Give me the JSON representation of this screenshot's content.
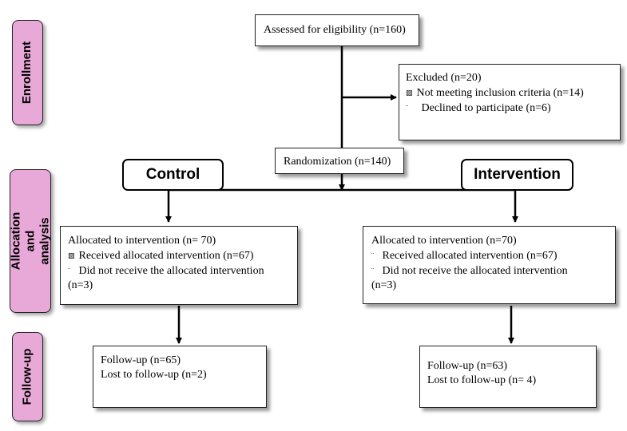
{
  "stages": {
    "enrollment": "Enrollment",
    "allocation": "Allocation and analysis",
    "followup": "Follow-up"
  },
  "assessed": "Assessed for eligibility (n=160)",
  "excluded": {
    "title": "Excluded (n=20)",
    "items": [
      {
        "bullet": "▨",
        "text": "Not meeting inclusion criteria (n=14)"
      },
      {
        "bullet": "¨",
        "text": "Declined to participate (n=6)"
      }
    ]
  },
  "randomization": "Randomization (n=140)",
  "arms": {
    "control": "Control",
    "intervention": "Intervention"
  },
  "allocation_control": {
    "title": "Allocated to intervention (n= 70)",
    "items": [
      {
        "bullet": "▨",
        "text": "Received allocated intervention (n=67)"
      },
      {
        "bullet": "¨",
        "text": "Did not receive the allocated intervention"
      }
    ],
    "tail": "(n=3)"
  },
  "allocation_intervention": {
    "title": "Allocated to intervention (n=70)",
    "items": [
      {
        "bullet": "¨",
        "text": "Received allocated intervention (n=67)"
      },
      {
        "bullet": "¨",
        "text": "Did not receive the allocated intervention"
      }
    ],
    "tail": "(n=3)"
  },
  "followup_control": {
    "line1": "Follow-up (n=65)",
    "line2": "Lost to follow-up (n=2)"
  },
  "followup_intervention": {
    "line1": "Follow-up (n=63)",
    "line2": "Lost to follow-up (n= 4)"
  }
}
